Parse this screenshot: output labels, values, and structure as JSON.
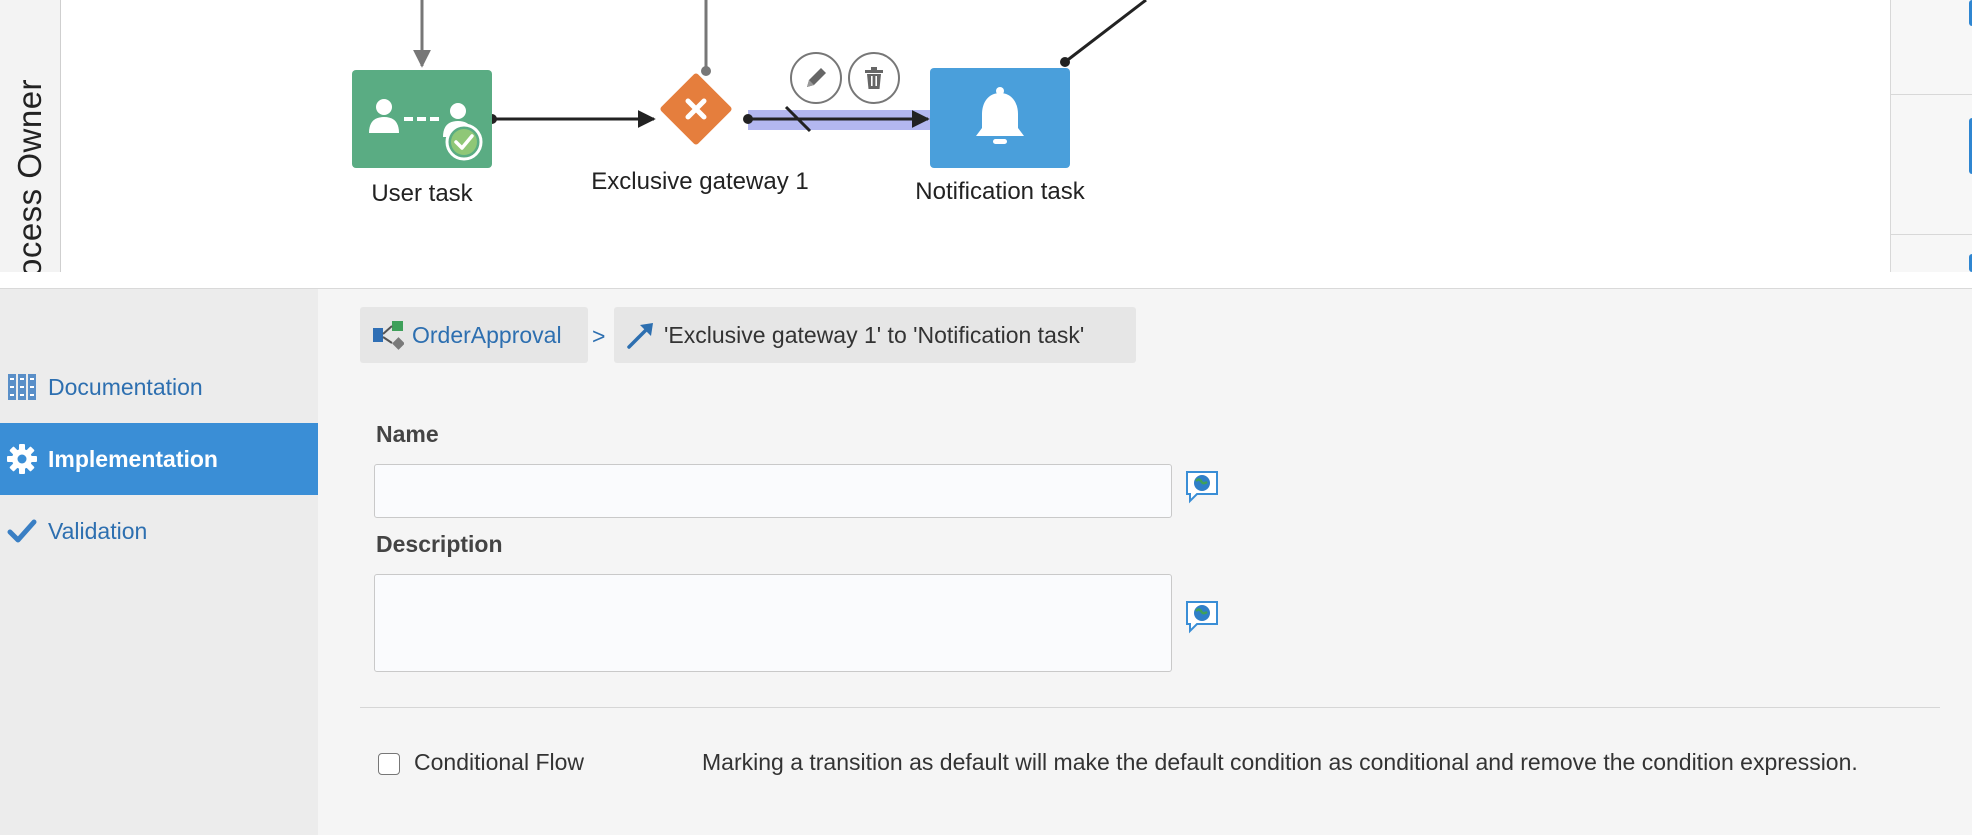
{
  "canvas": {
    "lane_label": "ocess Owner",
    "nodes": {
      "user_task": "User task",
      "gateway": "Exclusive gateway 1",
      "notification": "Notification task"
    },
    "toolbar": {
      "edit": "pencil-icon",
      "delete": "trash-icon"
    }
  },
  "colors": {
    "user_task": "#5aac83",
    "gateway": "#e57e3d",
    "notification": "#4a9fdb",
    "selected_flow": "#b3b7f0",
    "accent": "#3a8ed6",
    "link": "#2d6fb0"
  },
  "sidebar": {
    "items": [
      {
        "label": "Documentation",
        "icon": "binders-icon"
      },
      {
        "label": "Implementation",
        "icon": "gear-icon",
        "active": true
      },
      {
        "label": "Validation",
        "icon": "checkmark-icon"
      }
    ]
  },
  "breadcrumb": {
    "process": "OrderApproval",
    "separator": ">",
    "current": "'Exclusive gateway 1' to 'Notification task'"
  },
  "form": {
    "name_label": "Name",
    "name_value": "",
    "description_label": "Description",
    "description_value": "",
    "conditional_label": "Conditional Flow",
    "conditional_checked": false,
    "conditional_help": "Marking a transition as default will make the default condition as conditional and remove the condition expression."
  }
}
